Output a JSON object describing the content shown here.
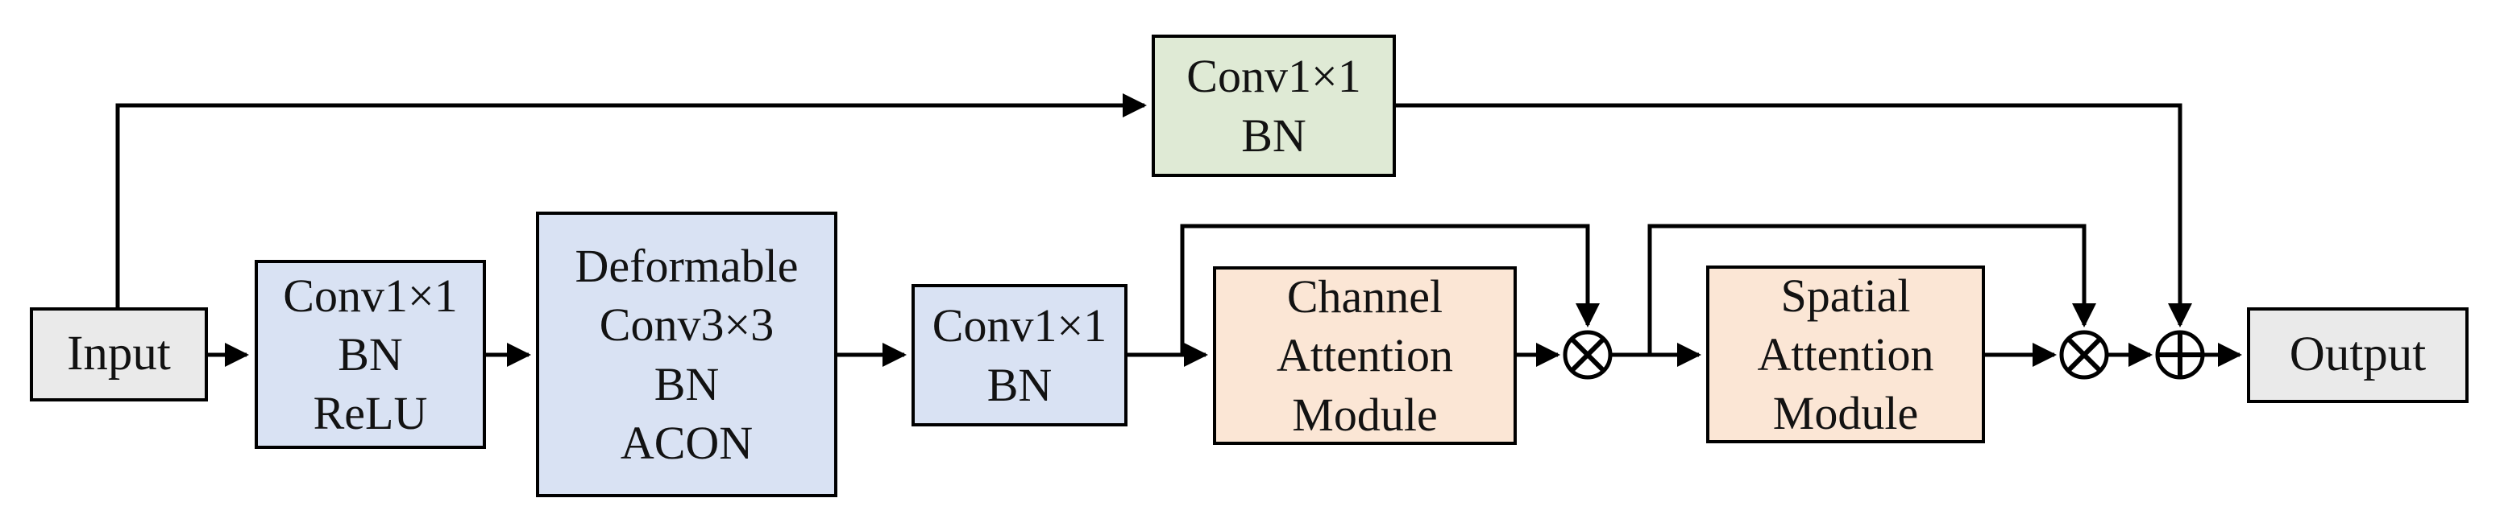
{
  "diagram": {
    "colors": {
      "io_fill": "#eaeaea",
      "conv_fill": "#d9e2f3",
      "attention_fill": "#fbe6d5",
      "skip_conv_fill": "#dfead5",
      "line_color": "#000000"
    },
    "nodes": [
      {
        "id": "input",
        "lines": [
          "Input"
        ]
      },
      {
        "id": "conv1x1-bn-relu",
        "lines": [
          "Conv1×1",
          "BN",
          "ReLU"
        ]
      },
      {
        "id": "deformable-conv",
        "lines": [
          "Deformable",
          "Conv3×3",
          "BN",
          "ACON"
        ]
      },
      {
        "id": "conv1x1-bn",
        "lines": [
          "Conv1×1",
          "BN"
        ]
      },
      {
        "id": "channel-attention",
        "lines": [
          "Channel",
          "Attention",
          "Module"
        ]
      },
      {
        "id": "spatial-attention",
        "lines": [
          "Spatial",
          "Attention",
          "Module"
        ]
      },
      {
        "id": "skip-conv1x1-bn",
        "lines": [
          "Conv1×1",
          "BN"
        ]
      },
      {
        "id": "output",
        "lines": [
          "Output"
        ]
      }
    ],
    "operators": [
      {
        "id": "multiply-1",
        "symbol": "⊗"
      },
      {
        "id": "multiply-2",
        "symbol": "⊗"
      },
      {
        "id": "add-1",
        "symbol": "⊕"
      }
    ],
    "connections": [
      {
        "from": "input",
        "to": "conv1x1-bn-relu",
        "type": "main"
      },
      {
        "from": "conv1x1-bn-relu",
        "to": "deformable-conv",
        "type": "main"
      },
      {
        "from": "deformable-conv",
        "to": "conv1x1-bn",
        "type": "main"
      },
      {
        "from": "conv1x1-bn",
        "to": "channel-attention",
        "type": "main"
      },
      {
        "from": "channel-attention",
        "to": "multiply-1",
        "type": "main"
      },
      {
        "from": "conv1x1-bn",
        "to": "multiply-1",
        "type": "skip"
      },
      {
        "from": "multiply-1",
        "to": "spatial-attention",
        "type": "main"
      },
      {
        "from": "multiply-1",
        "to": "multiply-2",
        "type": "skip"
      },
      {
        "from": "spatial-attention",
        "to": "multiply-2",
        "type": "main"
      },
      {
        "from": "multiply-2",
        "to": "add-1",
        "type": "main"
      },
      {
        "from": "input",
        "to": "skip-conv1x1-bn",
        "type": "skip"
      },
      {
        "from": "skip-conv1x1-bn",
        "to": "add-1",
        "type": "skip"
      },
      {
        "from": "add-1",
        "to": "output",
        "type": "main"
      }
    ]
  }
}
